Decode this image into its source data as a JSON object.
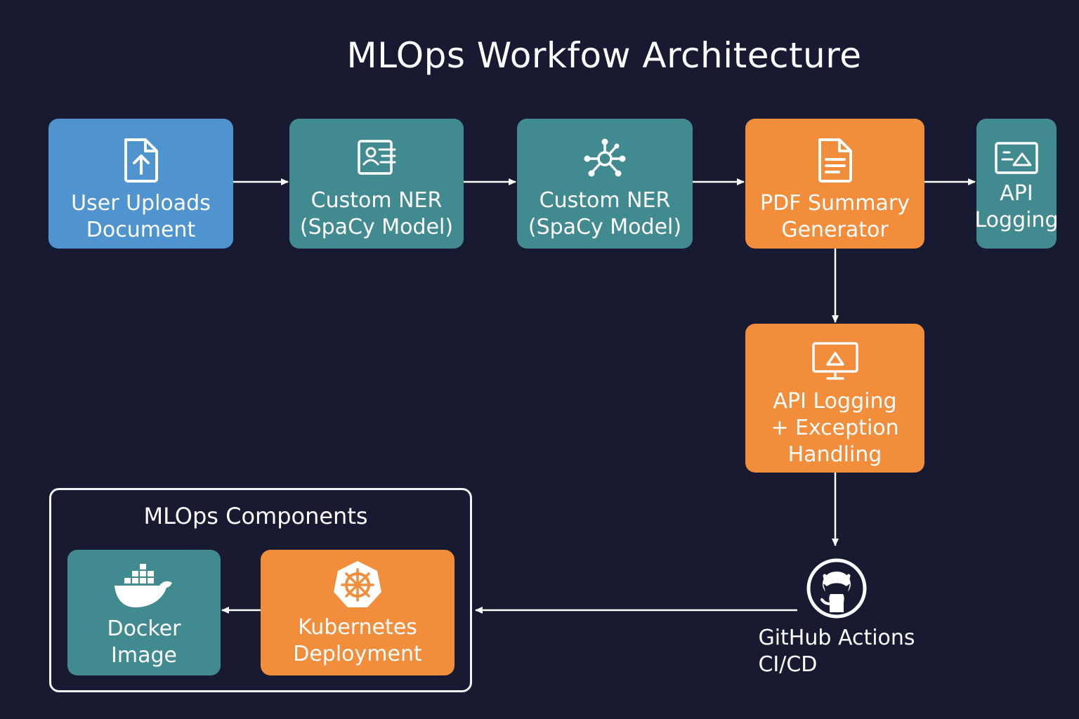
{
  "title": "MLOps Workfow Architecture",
  "nodes": {
    "upload": {
      "line1": "User Uploads",
      "line2": "Document",
      "icon": "file-upload-icon"
    },
    "ner1": {
      "line1": "Custom NER",
      "line2": "(SpaCy Model)",
      "icon": "id-card-icon"
    },
    "ner2": {
      "line1": "Custom NER",
      "line2": "(SpaCy Model)",
      "icon": "network-hub-icon"
    },
    "pdf": {
      "line1": "PDF Summary",
      "line2": "Generator",
      "icon": "document-icon"
    },
    "api": {
      "line1": "API",
      "line2": "Logging",
      "icon": "image-icon"
    },
    "exception": {
      "line1": "API Logging",
      "line2": "+ Exception",
      "line3": "Handling",
      "icon": "monitor-icon"
    },
    "github": {
      "line1": "GitHub Actions",
      "line2": "CI/CD",
      "icon": "github-icon"
    },
    "docker": {
      "line1": "Docker",
      "line2": "Image",
      "icon": "docker-whale-icon"
    },
    "k8s": {
      "line1": "Kubernetes",
      "line2": "Deployment",
      "icon": "kubernetes-helm-icon"
    }
  },
  "group": {
    "title": "MLOps Components"
  },
  "colors": {
    "background": "#171a30",
    "blue": "#4f93cf",
    "teal": "#418a8f",
    "orange": "#f28d3c",
    "arrow": "#ffffff"
  },
  "edges": [
    {
      "from": "upload",
      "to": "ner1"
    },
    {
      "from": "ner1",
      "to": "ner2"
    },
    {
      "from": "ner2",
      "to": "pdf"
    },
    {
      "from": "pdf",
      "to": "api"
    },
    {
      "from": "pdf",
      "to": "exception"
    },
    {
      "from": "exception",
      "to": "github"
    },
    {
      "from": "github",
      "to": "k8s"
    },
    {
      "from": "k8s",
      "to": "docker"
    }
  ]
}
